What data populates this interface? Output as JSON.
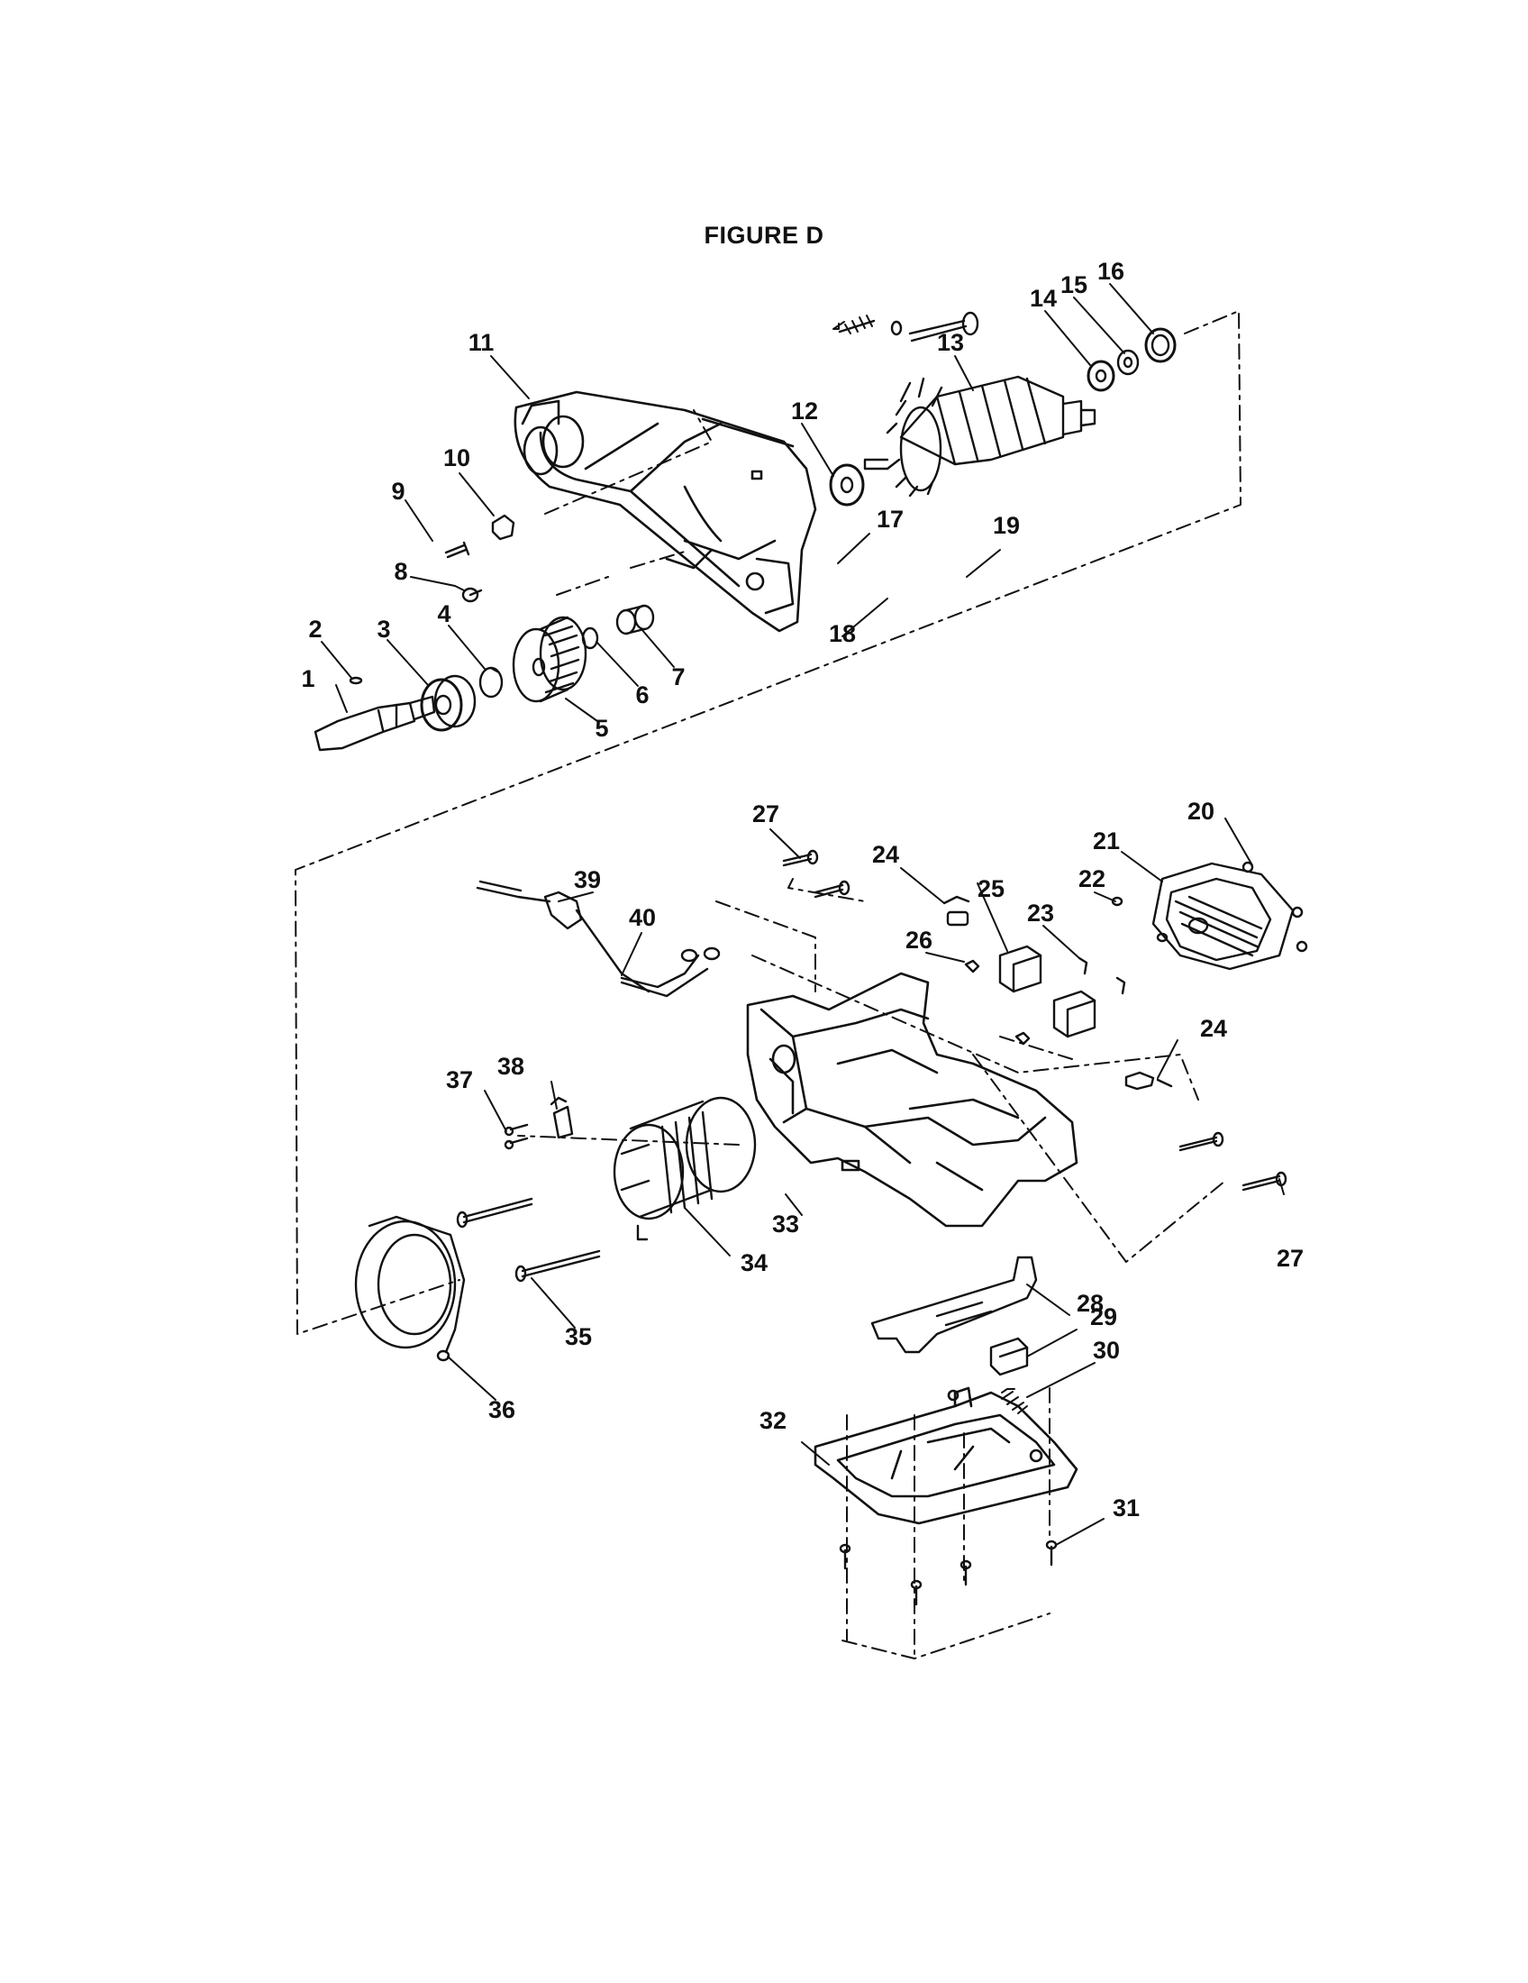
{
  "figure": {
    "title": "FIGURE D"
  },
  "callouts": {
    "c1": "1",
    "c2": "2",
    "c3": "3",
    "c4": "4",
    "c5": "5",
    "c6": "6",
    "c7": "7",
    "c8": "8",
    "c9": "9",
    "c10": "10",
    "c11": "11",
    "c12": "12",
    "c13": "13",
    "c14": "14",
    "c15": "15",
    "c16": "16",
    "c17": "17",
    "c18": "18",
    "c19": "19",
    "c20": "20",
    "c21": "21",
    "c22": "22",
    "c23": "23",
    "c24a": "24",
    "c24b": "24",
    "c25": "25",
    "c26": "26",
    "c27a": "27",
    "c27b": "27",
    "c28": "28",
    "c29": "29",
    "c30": "30",
    "c31": "31",
    "c32": "32",
    "c33": "33",
    "c34": "34",
    "c35": "35",
    "c36": "36",
    "c37": "37",
    "c38": "38",
    "c39": "39",
    "c40": "40"
  }
}
